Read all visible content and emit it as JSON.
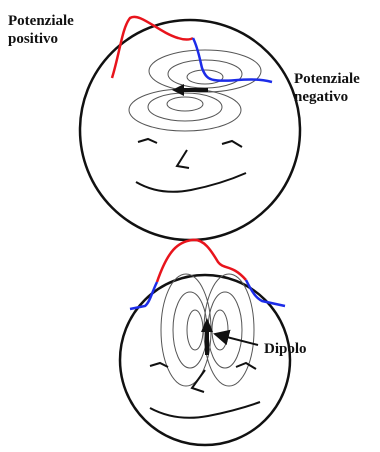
{
  "labels": {
    "positive_potential_line1": "Potenziale",
    "positive_potential_line2": "positivo",
    "negative_potential_line1": "Potenziale",
    "negative_potential_line2": "negativo",
    "dipole": "Dipolo"
  },
  "colors": {
    "positive_curve": "#e8141c",
    "negative_curve": "#1c2ce8",
    "outline": "#111111",
    "field_lines": "#555555"
  },
  "icons": {
    "top_dipole_arrow": "arrow-left-icon",
    "bottom_dipole_arrow": "arrow-up-icon",
    "label_pointer": "pointer-arrow-icon"
  }
}
